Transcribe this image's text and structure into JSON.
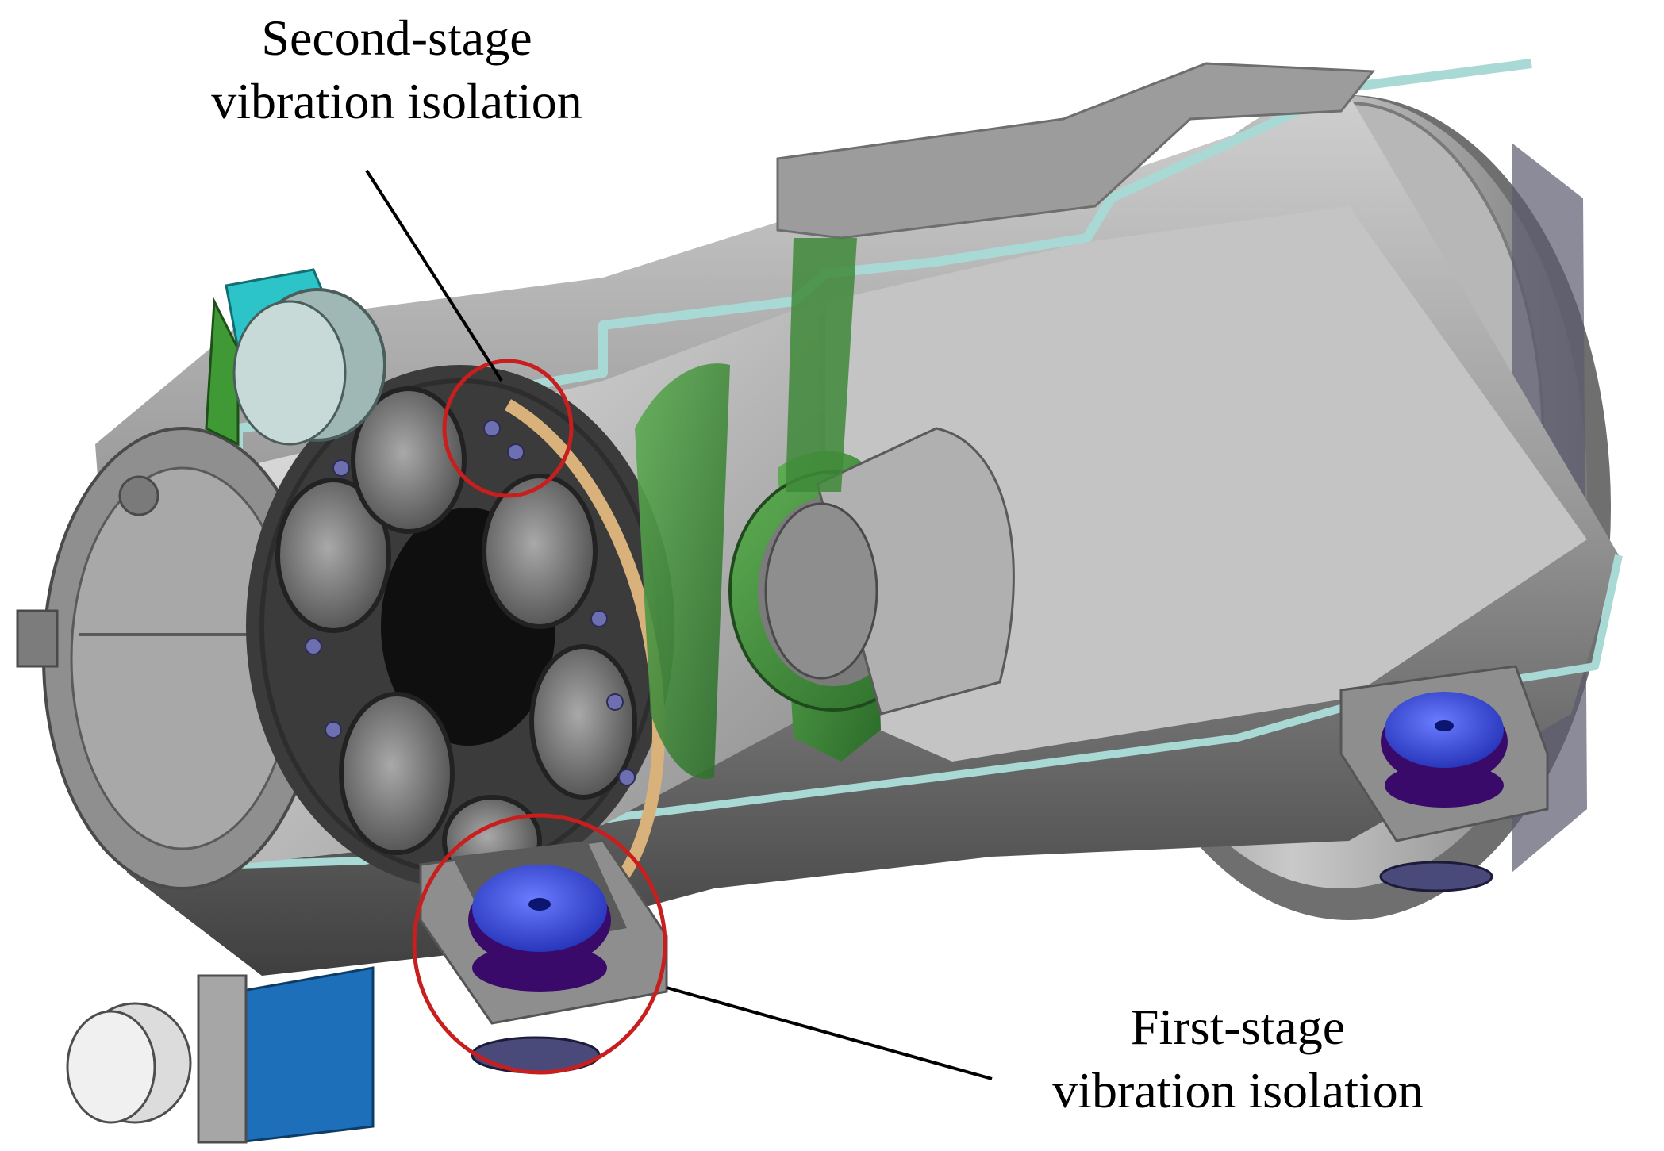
{
  "annotations": {
    "second_stage": {
      "line1": "Second-stage",
      "line2": "vibration isolation"
    },
    "first_stage": {
      "line1": "First-stage",
      "line2": "vibration isolation"
    }
  },
  "colors": {
    "highlight_circle": "#c81e1e",
    "housing_gray": "#8e8e8e",
    "housing_dark": "#4d4d4d",
    "section_edge": "#a9d9d4",
    "isolator_blue": "#2a3fd6",
    "isolator_purple": "#3a0a6a",
    "bracket_green": "#3f8a3a",
    "bracket_cyan": "#2cc4c8",
    "bronze_ring": "#d8b27a",
    "motor_blue": "#1c6fb8"
  }
}
